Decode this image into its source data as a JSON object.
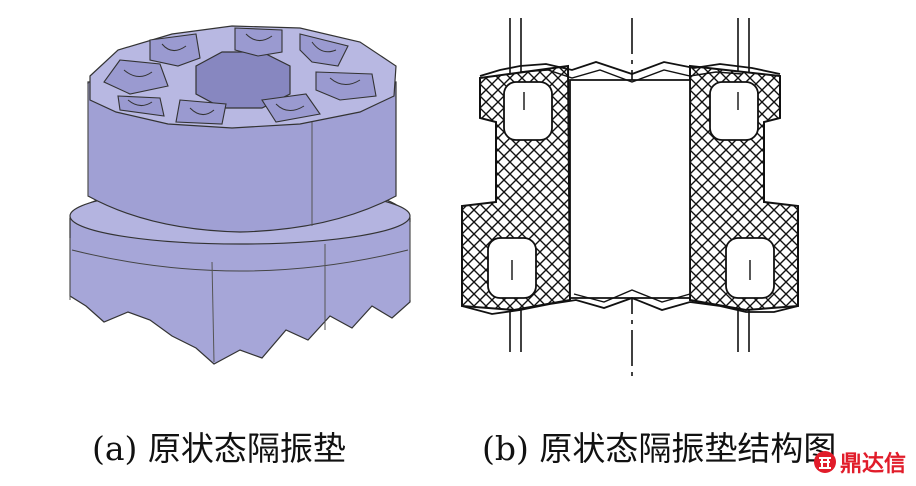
{
  "figure": {
    "panel_a": {
      "caption": "(a) 原状态隔振垫"
    },
    "panel_b": {
      "caption": "(b) 原状态隔振垫结构图"
    }
  },
  "watermark": {
    "text": "鼎达信",
    "color": "#e11c2a"
  },
  "colors": {
    "part_fill": "#a6a6d8",
    "part_side": "#8f8fc6",
    "outline": "#222222"
  }
}
